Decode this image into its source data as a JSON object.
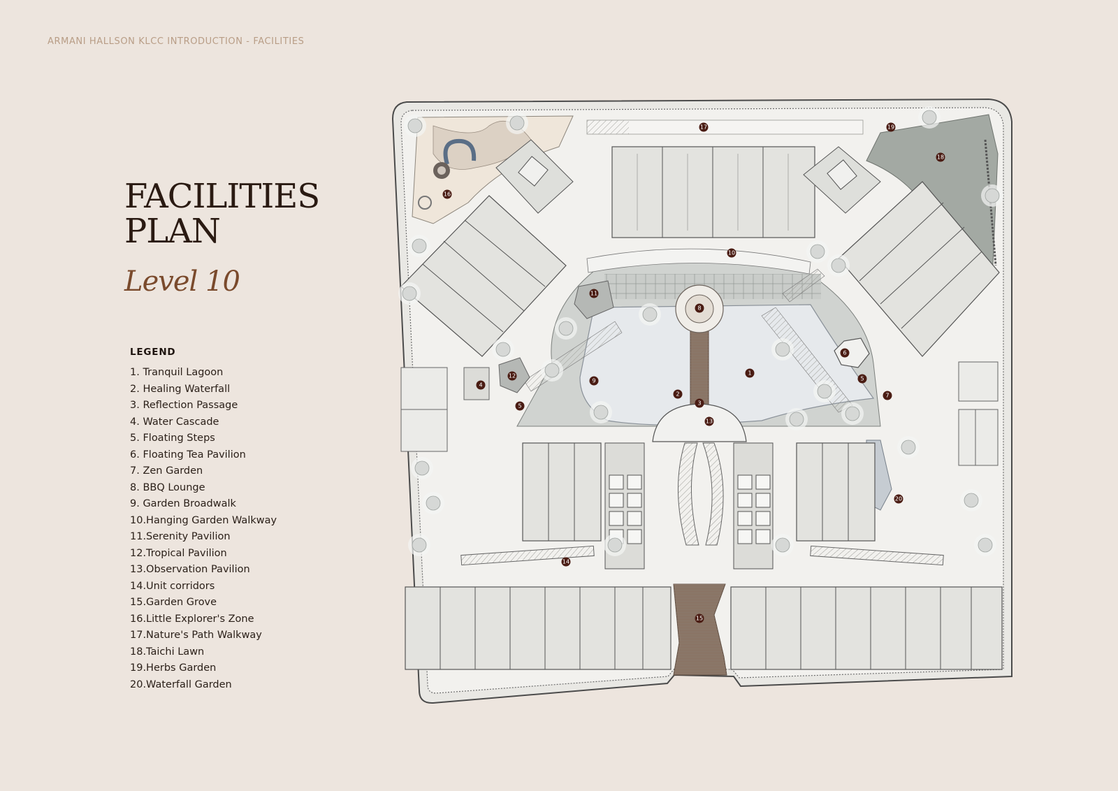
{
  "header": {
    "text": "ARMANI HALLSON KLCC INTRODUCTION - FACILITIES"
  },
  "title": {
    "line1": "FACILITIES",
    "line2": "PLAN"
  },
  "subtitle": "Level 10",
  "legend": {
    "title": "LEGEND",
    "items": [
      "1.  Tranquil Lagoon",
      "2.  Healing Waterfall",
      "3.  Reflection Passage",
      "4.  Water Cascade",
      "5.  Floating Steps",
      "6.  Floating Tea Pavilion",
      "7.  Zen Garden",
      "8.  BBQ Lounge",
      "9.  Garden Broadwalk",
      "10.Hanging Garden Walkway",
      "11.Serenity Pavilion",
      "12.Tropical Pavilion",
      "13.Observation Pavilion",
      "14.Unit corridors",
      "15.Garden Grove",
      "16.Little Explorer's Zone",
      "17.Nature's Path Walkway",
      "18.Taichi Lawn",
      "19.Herbs Garden",
      "20.Waterfall Garden"
    ]
  },
  "map": {
    "markers": [
      "1",
      "2",
      "3",
      "4",
      "5",
      "5",
      "6",
      "7",
      "8",
      "9",
      "10",
      "11",
      "12",
      "13",
      "14",
      "15",
      "16",
      "17",
      "18",
      "19",
      "20"
    ]
  }
}
